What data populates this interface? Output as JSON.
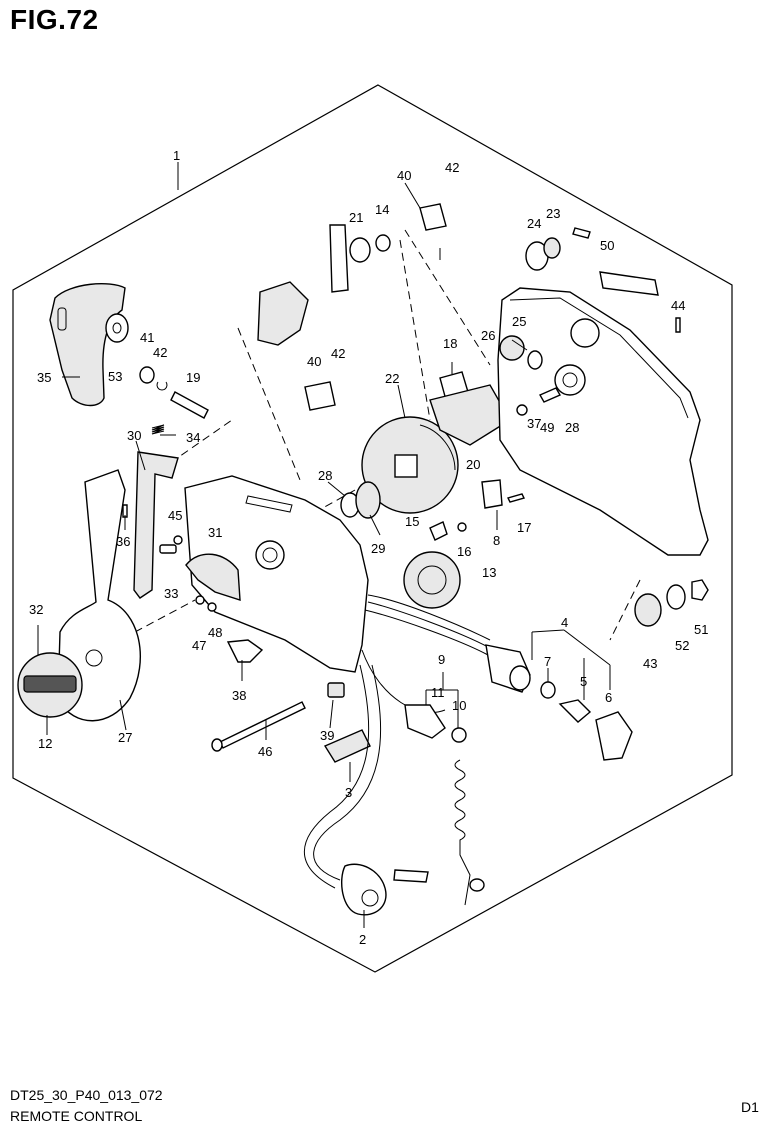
{
  "figure": {
    "title": "FIG.72",
    "model_code": "DT25_30_P40_013_072",
    "name": "REMOTE CONTROL",
    "page_tag": "D1"
  },
  "callouts": [
    "1",
    "2",
    "3",
    "4",
    "5",
    "6",
    "7",
    "8",
    "9",
    "10",
    "11",
    "12",
    "13",
    "14",
    "15",
    "16",
    "17",
    "18",
    "19",
    "20",
    "21",
    "22",
    "23",
    "24",
    "25",
    "26",
    "27",
    "28",
    "28",
    "29",
    "30",
    "31",
    "32",
    "33",
    "34",
    "35",
    "36",
    "37",
    "38",
    "39",
    "40",
    "40",
    "41",
    "42",
    "42",
    "42",
    "43",
    "44",
    "45",
    "46",
    "47",
    "48",
    "49",
    "50",
    "51",
    "52",
    "53"
  ]
}
